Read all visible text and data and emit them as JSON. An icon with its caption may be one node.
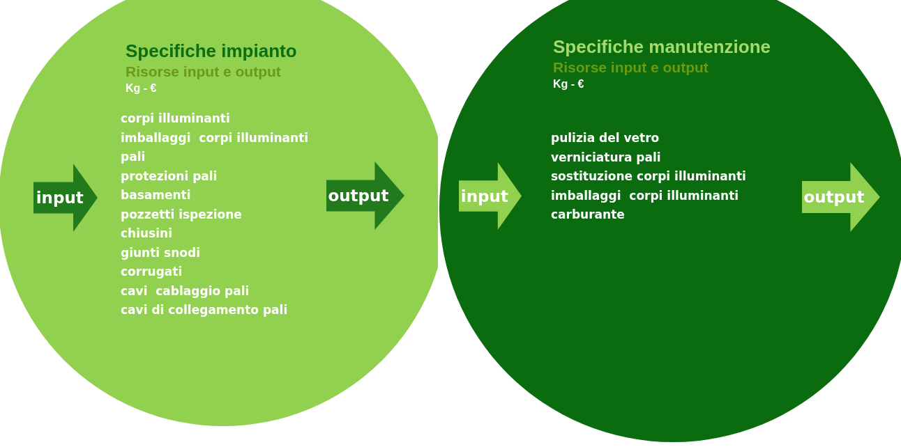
{
  "diagram": {
    "nodes": [
      {
        "text": [
          "Specifiche impianto",
          "Risorse input e output",
          "Kg - €",
          "corpi illuminanti",
          "imballaggi  corpi illuminanti",
          "pali",
          "protezioni pali",
          "basamenti",
          "pozzetti ispezione",
          "chiusini",
          "giunti snodi",
          "corrugati",
          "cavi  cablaggio pali",
          "cavi di collegamento pali"
        ]
      },
      {
        "text": [
          "input"
        ],
        "in": 0
      },
      {
        "text": [
          "output"
        ],
        "in": 0
      },
      {
        "text": [
          "Specifiche manutenzione",
          "Risorse input e output",
          "Kg - €",
          "pulizia del vetro",
          "verniciatura pali",
          "sostituzione corpi illuminanti",
          "imballaggi  corpi illuminanti",
          "carburante"
        ]
      },
      {
        "text": [
          "input"
        ],
        "in": 3
      },
      {
        "text": [
          "output"
        ],
        "in": 3
      }
    ]
  }
}
